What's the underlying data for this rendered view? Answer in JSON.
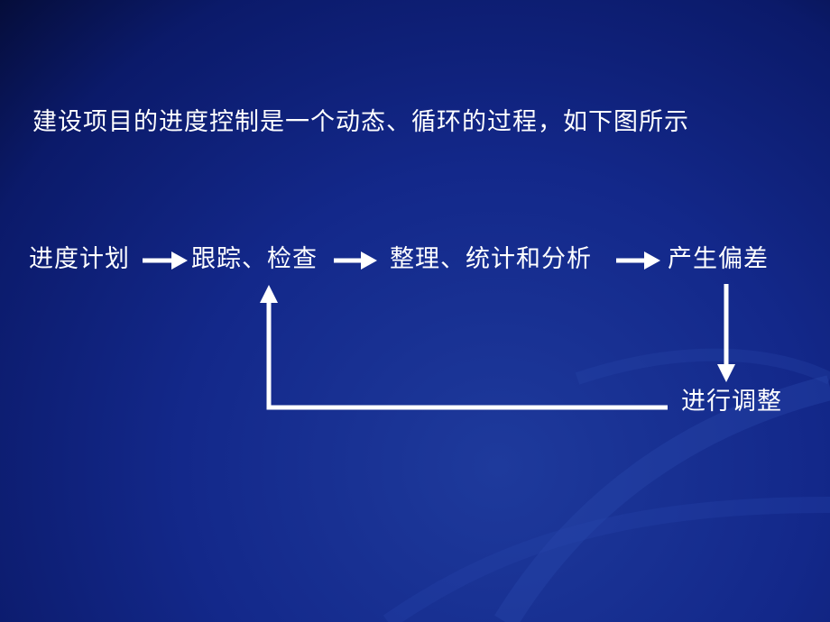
{
  "slide": {
    "intro_text": "建设项目的进度控制是一个动态、循环的过程，如下图所示"
  },
  "flow": {
    "nodes": [
      {
        "id": "plan",
        "label": "进度计划"
      },
      {
        "id": "track",
        "label": "跟踪、检查"
      },
      {
        "id": "analyze",
        "label": "整理、统计和分析"
      },
      {
        "id": "deviation",
        "label": "产生偏差"
      },
      {
        "id": "adjust",
        "label": "进行调整"
      }
    ]
  },
  "colors": {
    "background": "#13288a",
    "text": "#ffffff",
    "arrow": "#ffffff"
  }
}
